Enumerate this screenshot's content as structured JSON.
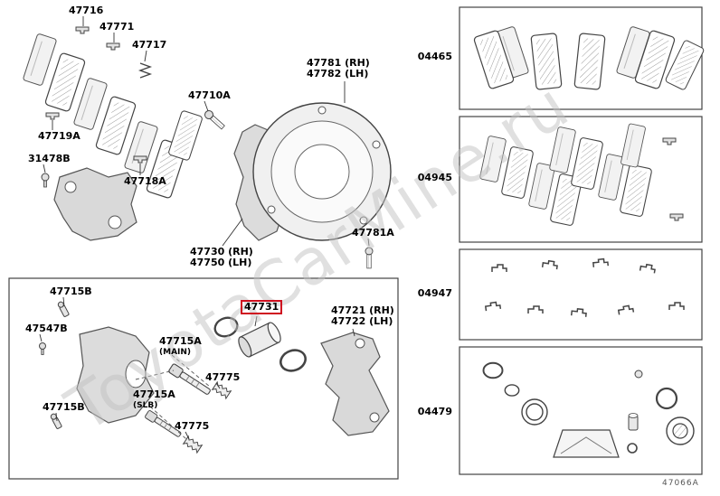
{
  "watermark": "ToyotaCarMine.ru",
  "diagram_code": "47066A",
  "highlight": {
    "part": "47731",
    "color": "#cf1020"
  },
  "main_labels": {
    "p47716": "47716",
    "p47771": "47771",
    "p47717": "47717",
    "p47710A": "47710A",
    "p47719A": "47719A",
    "p31478B": "31478B",
    "p47718A": "47718A",
    "p47781_rh": "47781 (RH)",
    "p47782_lh": "47782 (LH)",
    "p47730_rh": "47730 (RH)",
    "p47750_lh": "47750 (LH)",
    "p47781A": "47781A"
  },
  "caliper_box_labels": {
    "p47715B": "47715B",
    "p47547B": "47547B",
    "p47731": "47731",
    "p47721_rh": "47721 (RH)",
    "p47722_lh": "47722 (LH)",
    "p47715A": "47715A",
    "main_suffix": "(MAIN)",
    "slb_suffix": "(SLB)",
    "p47775": "47775"
  },
  "kits": {
    "pads": "04465",
    "shims": "04945",
    "fittings": "04947",
    "cylinder": "04479"
  }
}
